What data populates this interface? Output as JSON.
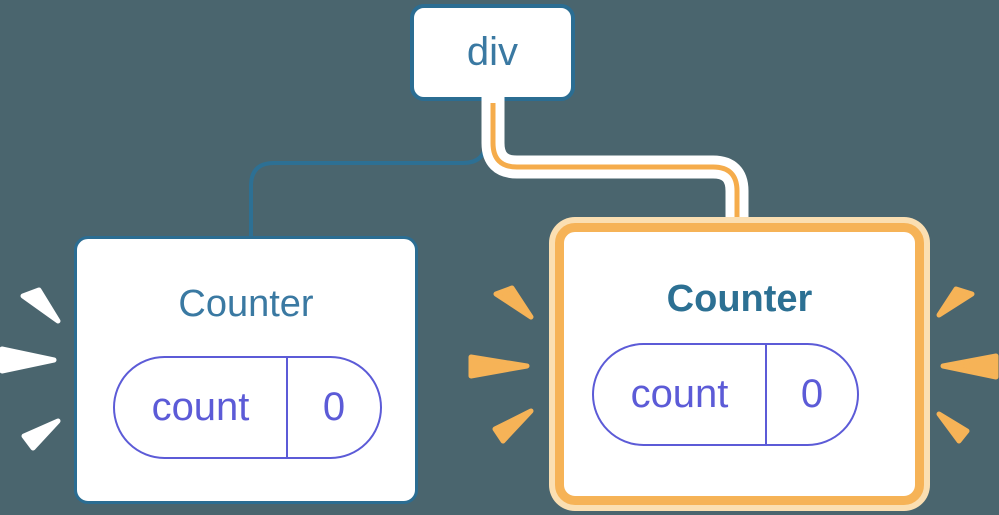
{
  "diagram": {
    "description": "React component tree render diagram",
    "root": {
      "label": "div"
    },
    "nodes": [
      {
        "id": "counter-left",
        "title": "Counter",
        "highlighted": false,
        "state": {
          "key": "count",
          "value": "0"
        }
      },
      {
        "id": "counter-right",
        "title": "Counter",
        "highlighted": true,
        "state": {
          "key": "count",
          "value": "0"
        }
      }
    ],
    "colors": {
      "background": "#4A656E",
      "card_fill": "#FFFFFF",
      "blue_border": "#2B6D92",
      "blue_text": "#3A79A2",
      "highlight_title": "#2C7093",
      "state_accent": "#5C5BD7",
      "edge_blue": "#2D7094",
      "edge_casing": "#FFFFFF",
      "edge_highlight_core": "#F5AC4B",
      "highlight_border": "#F6B357",
      "highlight_halo": "#FBDFB2",
      "sparkle_white": "#FFFFFF",
      "sparkle_orange": "#F6B357"
    }
  }
}
